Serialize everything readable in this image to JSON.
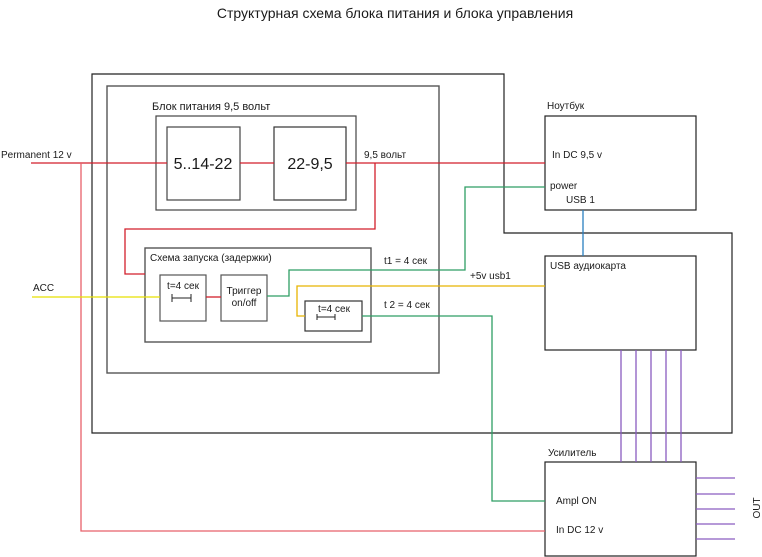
{
  "title": "Структурная схема блока питания и блока управления",
  "colors": {
    "power_line": "#d21f2b",
    "power_line_light": "#e8606a",
    "control_line": "#2e9e64",
    "acc_line": "#e8e000",
    "usb5v_line": "#e8b400",
    "usb_line": "#2a7fc0",
    "audio_line": "#8a5cc0",
    "box_border": "#555555",
    "box_border_dark": "#111111"
  },
  "inputs": {
    "permanent": "Permanent 12 v",
    "acc": "ACC"
  },
  "power_supply": {
    "label": "Блок питания 9,5 вольт",
    "converter1": "5..14-22",
    "converter2": "22-9,5",
    "output_label": "9,5 вольт"
  },
  "start_circuit": {
    "label": "Схема запуска (задержки)",
    "delay1": "t=4 сек",
    "trigger_line1": "Триггер",
    "trigger_line2": "on/off",
    "delay2": "t=4 сек",
    "t1_label": "t1 = 4 сек",
    "t2_label": "t 2 = 4 сек"
  },
  "laptop": {
    "label": "Ноутбук",
    "in_dc": "In DC 9,5 v",
    "power": "power",
    "usb": "USB 1"
  },
  "usb_audio": {
    "label": "USB аудиокарта",
    "usb5v_label": "+5v usb1"
  },
  "amplifier": {
    "label": "Усилитель",
    "ampl_on": "Ampl ON",
    "in_dc": "In DC 12 v",
    "out_label": "OUT"
  }
}
